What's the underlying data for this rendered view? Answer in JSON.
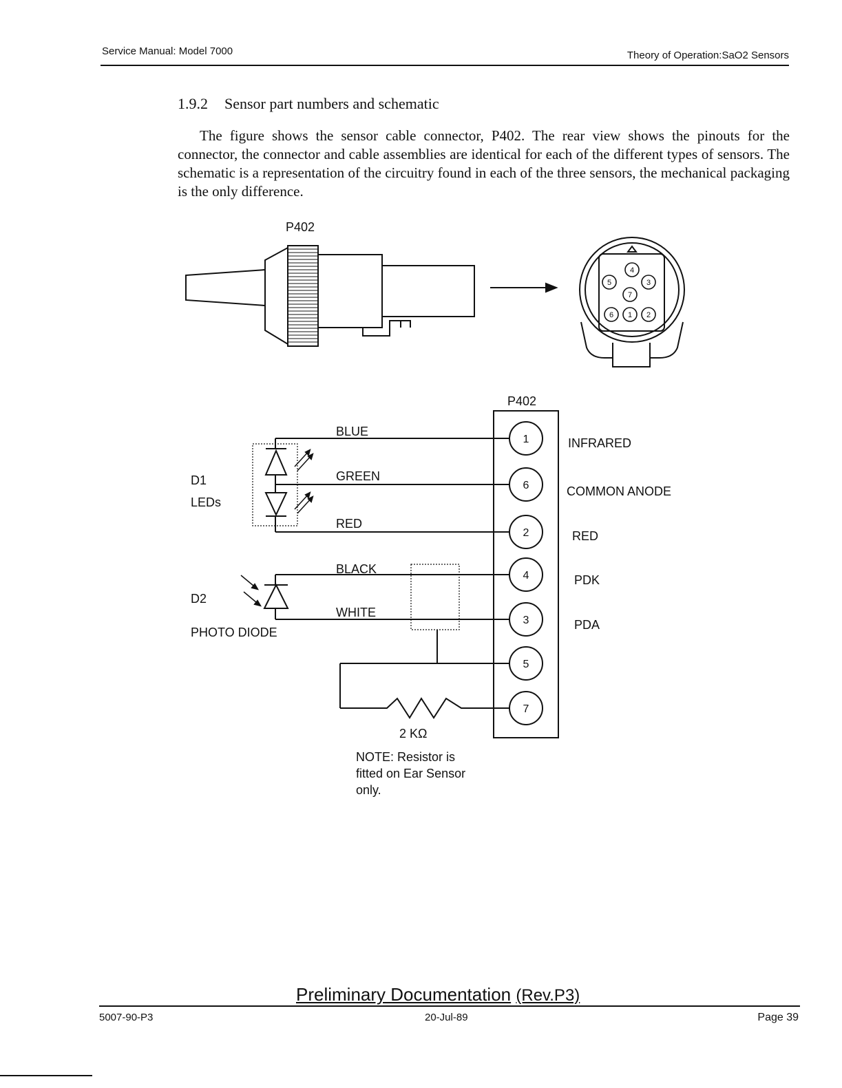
{
  "header": {
    "left": "Service Manual: Model 7000",
    "right": "Theory of Operation:SaO2 Sensors"
  },
  "section": {
    "number": "1.9.2",
    "title": "Sensor part numbers and schematic"
  },
  "body": "The figure shows the sensor cable connector, P402. The rear view shows the pinouts for the connector, the connector and cable assemblies are identical for each of the different types of sensors. The schematic is a representation of the circuitry found in each of the three sensors, the mechanical packaging is the only difference.",
  "connector_figure": {
    "label": "P402",
    "rear_view_pins": [
      "4",
      "5",
      "3",
      "7",
      "6",
      "1",
      "2"
    ]
  },
  "schematic": {
    "connector_label": "P402",
    "d1_label": "D1",
    "d1_desc": "LEDs",
    "d2_label": "D2",
    "d2_desc": "PHOTO DIODE",
    "wires": [
      "BLUE",
      "GREEN",
      "RED",
      "BLACK",
      "WHITE"
    ],
    "pins": [
      "1",
      "6",
      "2",
      "4",
      "3",
      "5",
      "7"
    ],
    "signals": [
      "INFRARED",
      "COMMON ANODE",
      "RED",
      "PDK",
      "PDA"
    ],
    "resistor_value": "2 KΩ",
    "note_lines": [
      "NOTE: Resistor is",
      "fitted on Ear Sensor",
      "only."
    ]
  },
  "footer": {
    "title_main": "Preliminary Documentation",
    "title_rev": "(Rev.P3)",
    "left": "5007-90-P3",
    "center": "20-Jul-89",
    "right": "Page 39"
  }
}
